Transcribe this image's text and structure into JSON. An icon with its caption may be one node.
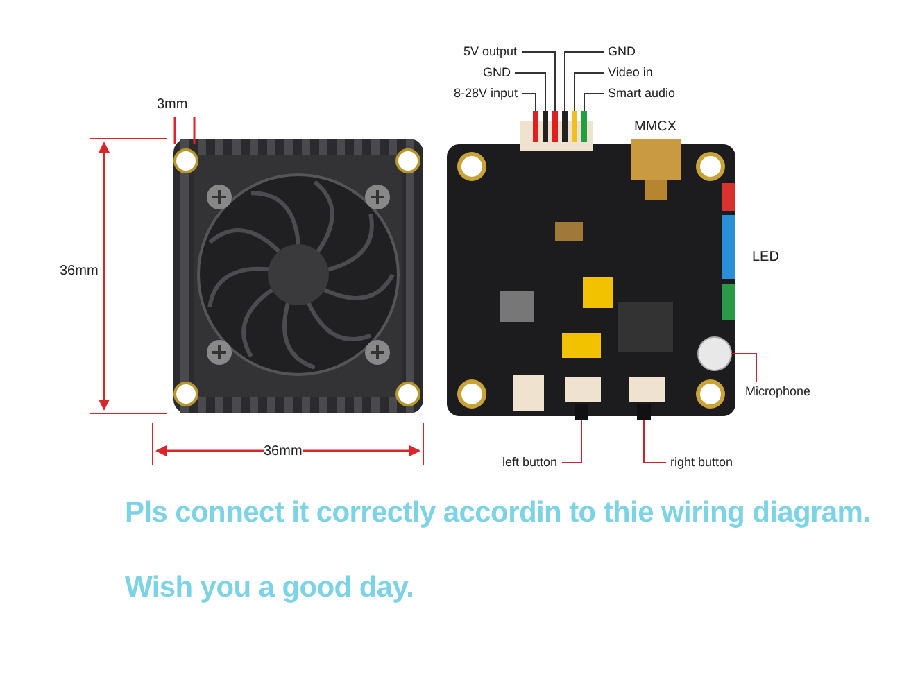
{
  "diagram": {
    "nodes": [
      {
        "text": [
          "5V output"
        ]
      },
      {
        "text": [
          "GND"
        ]
      },
      {
        "text": [
          "8-28V input"
        ]
      },
      {
        "text": [
          "GND"
        ]
      },
      {
        "text": [
          "Video in"
        ]
      },
      {
        "text": [
          "Smart audio"
        ]
      },
      {
        "text": [],
        "shape": "bar"
      },
      {
        "text": [],
        "shape": "bar"
      },
      {
        "text": [],
        "shape": "bar"
      },
      {
        "text": [],
        "shape": "bar"
      },
      {
        "text": [],
        "shape": "bar"
      },
      {
        "text": [],
        "shape": "bar"
      },
      {
        "text": [
          "Microphone"
        ]
      },
      {
        "text": [],
        "shape": "circle"
      },
      {
        "text": [
          "left button"
        ]
      },
      {
        "text": [],
        "shape": "box"
      },
      {
        "text": [
          "right button"
        ]
      },
      {
        "text": [],
        "shape": "box"
      }
    ],
    "edges": [
      {
        "from": 0,
        "to": 8,
        "arrow": "none"
      },
      {
        "from": 1,
        "to": 7,
        "arrow": "none"
      },
      {
        "from": 2,
        "to": 6,
        "arrow": "none"
      },
      {
        "from": 3,
        "to": 9,
        "arrow": "none"
      },
      {
        "from": 4,
        "to": 10,
        "arrow": "none"
      },
      {
        "from": 5,
        "to": 11,
        "arrow": "none"
      },
      {
        "from": 12,
        "to": 13,
        "arrow": "none",
        "color": "#cc2233"
      },
      {
        "from": 14,
        "to": 15,
        "arrow": "none",
        "color": "#cc2233"
      },
      {
        "from": 16,
        "to": 17,
        "arrow": "none",
        "color": "#cc2233"
      }
    ],
    "labels": [
      "3mm",
      "36mm",
      "36mm",
      "MMCX",
      "LED",
      "Pls connect it correctly accordin to thie wiring diagram.",
      "Wish you a good day."
    ]
  }
}
